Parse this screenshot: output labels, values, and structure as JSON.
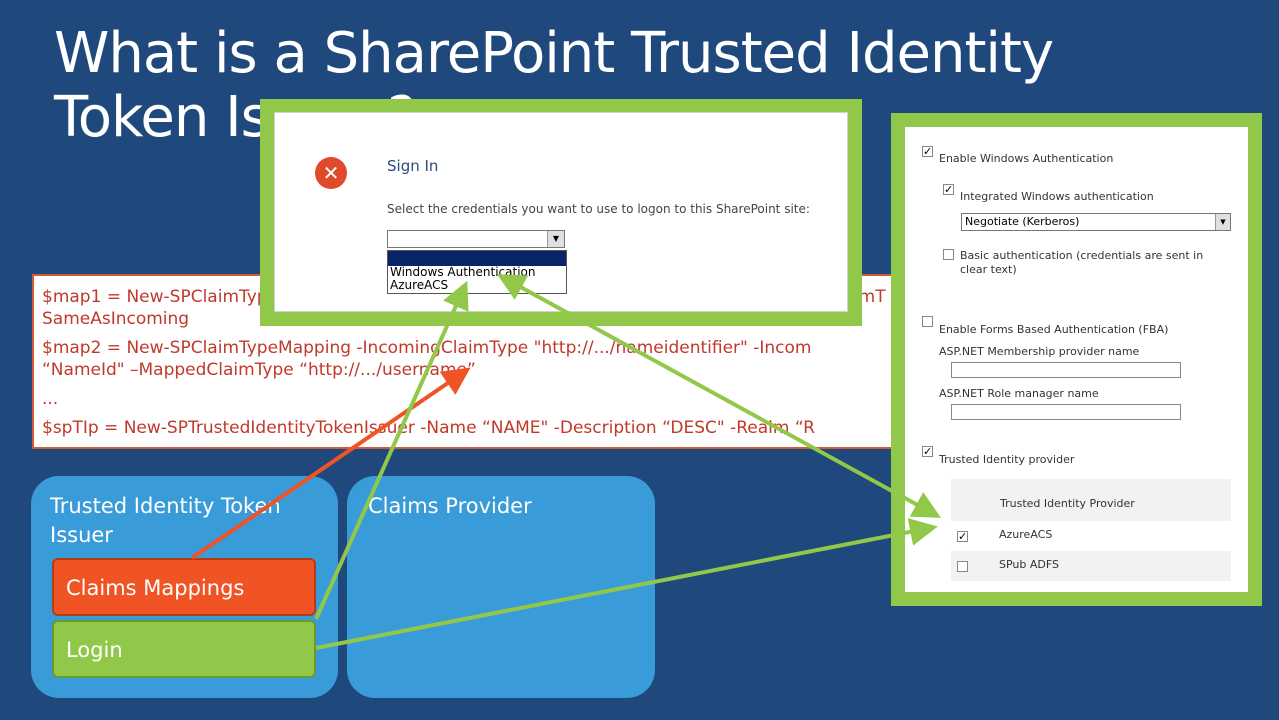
{
  "slide": {
    "title": "What is a SharePoint Trusted Identity Token Issuer?"
  },
  "code": {
    "lines": [
      "$map1 = New-SPClaimTypeMapping  -IncomingClaimType \"http://.../emailaddress\" -IncomingClaimT",
      "SameAsIncoming",
      "$map2 = New-SPClaimTypeMapping  -IncomingClaimType \"http://.../nameidentifier\" -Incom",
      "“NameId\" –MappedClaimType  “http://.../username”",
      "...",
      "$spTIp = New-SPTrustedIdentityTokenIssuer  -Name “NAME\" -Description “DESC\" -Realm “R"
    ]
  },
  "panels": {
    "left_title": "Trusted Identity Token Issuer",
    "right_title": "Claims Provider",
    "claims_mappings": "Claims Mappings",
    "login": "Login"
  },
  "signin": {
    "title": "Sign In",
    "description": "Select the credentials you want to use to logon to this SharePoint site:",
    "options": [
      "Windows Authentication",
      "AzureACS"
    ]
  },
  "auth": {
    "enable_windows": "Enable Windows Authentication",
    "integrated": "Integrated Windows authentication",
    "negotiate": "Negotiate (Kerberos)",
    "basic": "Basic authentication (credentials are sent in",
    "basic2": "clear text)",
    "enable_fba": "Enable Forms Based Authentication (FBA)",
    "membership": "ASP.NET Membership provider name",
    "role": "ASP.NET Role manager name",
    "trusted": "Trusted Identity provider",
    "tip_header": "Trusted Identity Provider",
    "tip_items": [
      "AzureACS",
      "SPub ADFS"
    ]
  },
  "colors": {
    "background": "#1f497d",
    "green": "#92c84a",
    "orange": "#f05324",
    "blue_panel": "#3a9bd9",
    "code_red": "#c0392b"
  }
}
